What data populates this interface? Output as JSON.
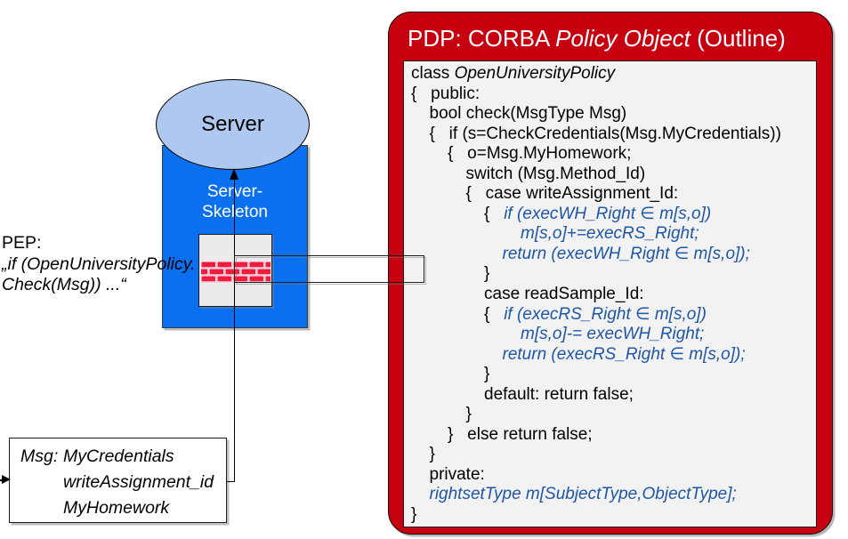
{
  "colors": {
    "pdp_red": "#c7000f",
    "panel_gray": "#f2f2f2",
    "blue_fill": "#0b70f0",
    "ellipse_fill": "#aec8f0",
    "code_blue": "#1e56a5",
    "brick_red": "#ee1c40",
    "brick_mortar": "#f8ccd4"
  },
  "pep": {
    "label": "PEP:",
    "line1": "„if (OpenUniversityPolicy.",
    "line2": "Check(Msg)) ...“"
  },
  "server": {
    "ellipse_label": "Server",
    "skeleton_line1": "Server-",
    "skeleton_line2": "Skeleton"
  },
  "msg_box": {
    "label": "Msg:",
    "items": [
      "MyCredentials",
      "writeAssignment_id",
      "MyHomework"
    ]
  },
  "pdp": {
    "title_parts": [
      {
        "t": "PDP: CORBA ",
        "i": false
      },
      {
        "t": "Policy Object",
        "i": true
      },
      {
        "t": " (Outline)",
        "i": false
      }
    ],
    "code_lines": [
      {
        "lvl": 0,
        "parts": [
          {
            "t": "class ",
            "s": "p"
          },
          {
            "t": "OpenUniversityPolicy",
            "s": "i"
          }
        ]
      },
      {
        "lvl": 0,
        "parts": [
          {
            "t": "{   public:",
            "s": "p"
          }
        ]
      },
      {
        "lvl": 1,
        "parts": [
          {
            "t": "bool check(MsgType Msg)",
            "s": "p"
          }
        ]
      },
      {
        "lvl": 1,
        "parts": [
          {
            "t": "{   if (s=CheckCredentials(Msg.MyCredentials))",
            "s": "p"
          }
        ]
      },
      {
        "lvl": 2,
        "parts": [
          {
            "t": "{   o=Msg.MyHomework;",
            "s": "p"
          }
        ]
      },
      {
        "lvl": 3,
        "parts": [
          {
            "t": "switch (Msg.Method_Id)",
            "s": "p"
          }
        ]
      },
      {
        "lvl": 3,
        "parts": [
          {
            "t": "{   case writeAssignment_Id:",
            "s": "p"
          }
        ]
      },
      {
        "lvl": 4,
        "parts": [
          {
            "t": "{   ",
            "s": "p"
          },
          {
            "t": "if (execWH_Right ∈ m[s,o])",
            "s": "b"
          }
        ]
      },
      {
        "lvl": 6,
        "parts": [
          {
            "t": "m[s,o]+=execRS_Right;",
            "s": "b"
          }
        ]
      },
      {
        "lvl": 5,
        "parts": [
          {
            "t": "return (execWH_Right ∈ m[s,o]);",
            "s": "b"
          }
        ]
      },
      {
        "lvl": 4,
        "parts": [
          {
            "t": "}",
            "s": "p"
          }
        ]
      },
      {
        "lvl": 4,
        "parts": [
          {
            "t": "case readSample_Id:",
            "s": "p"
          }
        ]
      },
      {
        "lvl": 4,
        "parts": [
          {
            "t": "{   ",
            "s": "p"
          },
          {
            "t": "if (execRS_Right ∈ m[s,o])",
            "s": "b"
          }
        ]
      },
      {
        "lvl": 6,
        "parts": [
          {
            "t": "m[s,o]-= execWH_Right;",
            "s": "b"
          }
        ]
      },
      {
        "lvl": 5,
        "parts": [
          {
            "t": "return (execRS_Right ∈ m[s,o]);",
            "s": "b"
          }
        ]
      },
      {
        "lvl": 4,
        "parts": [
          {
            "t": "}",
            "s": "p"
          }
        ]
      },
      {
        "lvl": 4,
        "parts": [
          {
            "t": "default: return false;",
            "s": "p"
          }
        ]
      },
      {
        "lvl": 3,
        "parts": [
          {
            "t": "}",
            "s": "p"
          }
        ]
      },
      {
        "lvl": 2,
        "parts": [
          {
            "t": "}   else return false;",
            "s": "p"
          }
        ]
      },
      {
        "lvl": 1,
        "parts": [
          {
            "t": "}",
            "s": "p"
          }
        ]
      },
      {
        "lvl": 1,
        "parts": [
          {
            "t": "private:",
            "s": "p"
          }
        ]
      },
      {
        "lvl": 1,
        "parts": [
          {
            "t": "rightsetType m[SubjectType,ObjectType];",
            "s": "b"
          }
        ]
      },
      {
        "lvl": 0,
        "parts": [
          {
            "t": "}",
            "s": "p"
          }
        ]
      }
    ]
  }
}
